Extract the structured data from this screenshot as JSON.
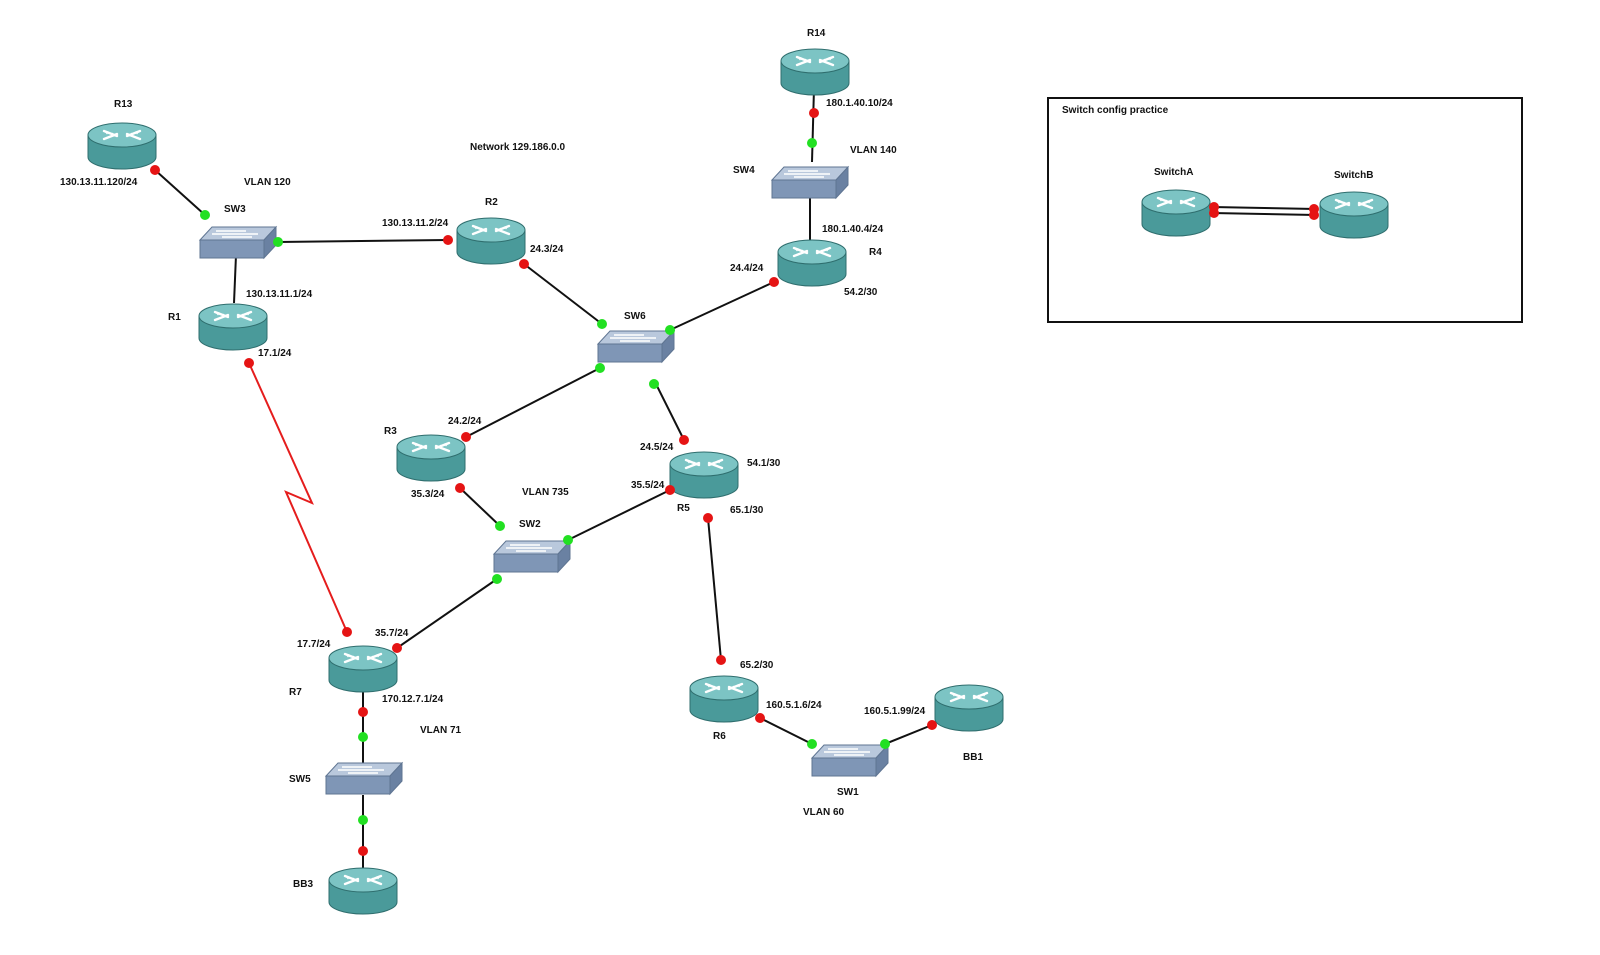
{
  "title": "Network 129.186.0.0",
  "colors": {
    "router_body": "#4a9a9a",
    "router_top": "#7cc4c4",
    "switch_body": "#7f96b6",
    "switch_top": "#b9c8dc",
    "link": "#111111",
    "serial_link": "#e51d1d",
    "port_up": "#22e022",
    "port_down": "#e51414"
  },
  "devices": {
    "r13": "R13",
    "r14": "R14",
    "r1": "R1",
    "r2": "R2",
    "r3": "R3",
    "r4": "R4",
    "r5": "R5",
    "r6": "R6",
    "r7": "R7",
    "bb1": "BB1",
    "bb3": "BB3",
    "sw1": "SW1",
    "sw2": "SW2",
    "sw3": "SW3",
    "sw4": "SW4",
    "sw5": "SW5",
    "sw6": "SW6",
    "switch_a": "SwitchA",
    "switch_b": "SwitchB"
  },
  "vlans": {
    "vlan120": "VLAN 120",
    "vlan140": "VLAN 140",
    "vlan735": "VLAN 735",
    "vlan71": "VLAN 71",
    "vlan60": "VLAN 60"
  },
  "interfaces": {
    "r13_sw3": "130.13.11.120/24",
    "r2_sw3": "130.13.11.2/24",
    "r1_sw3": "130.13.11.1/24",
    "r1_serial": "17.1/24",
    "r2_sw6": "24.3/24",
    "r14_sw4": "180.1.40.10/24",
    "r4_sw4": "180.1.40.4/24",
    "r4_sw6": "24.4/24",
    "r4_r5": "54.2/30",
    "r3_sw6": "24.2/24",
    "r3_sw2": "35.3/24",
    "r5_sw6": "24.5/24",
    "r5_r4": "54.1/30",
    "r5_sw2": "35.5/24",
    "r5_r6": "65.1/30",
    "r6_r5": "65.2/30",
    "r6_sw1": "160.5.1.6/24",
    "bb1_sw1": "160.5.1.99/24",
    "r7_serial": "17.7/24",
    "r7_sw2": "35.7/24",
    "r7_sw5": "170.12.7.1/24"
  },
  "practice_box": {
    "title": "Switch config practice"
  }
}
